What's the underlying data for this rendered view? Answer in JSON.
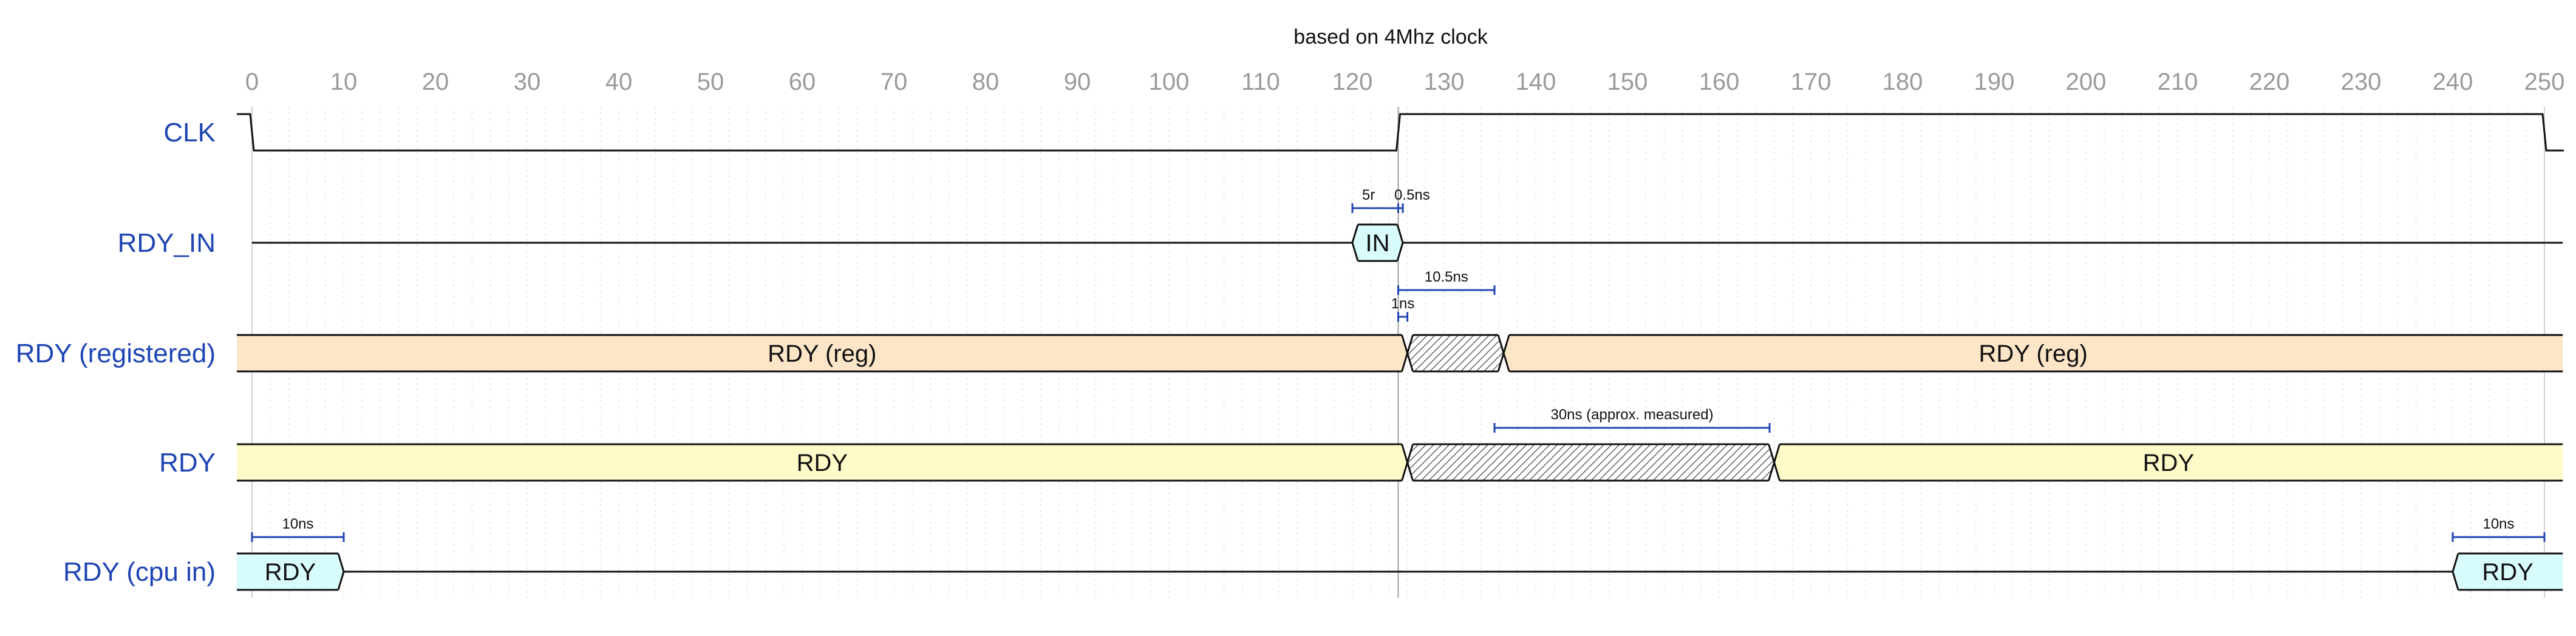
{
  "diagram": {
    "title": "based on 4Mhz clock",
    "time_axis": {
      "min": 0,
      "max": 250,
      "ticks": [
        0,
        10,
        20,
        30,
        40,
        50,
        60,
        70,
        80,
        90,
        100,
        110,
        120,
        130,
        140,
        150,
        160,
        170,
        180,
        190,
        200,
        210,
        220,
        230,
        240,
        250
      ]
    },
    "colors": {
      "signal_label": "#1f45b3",
      "measure": "#1f45b3",
      "grid": "#c9c9c9",
      "tick": "#9a9a9a",
      "bus_orange": "#fde6c8",
      "bus_yellow": "#fffbc8",
      "bus_cyan": "#d8fbfb",
      "wave": "#111111"
    },
    "signals": [
      {
        "name": "CLK",
        "kind": "clock",
        "high_from": 125,
        "high_to": 250
      },
      {
        "name": "RDY_IN",
        "kind": "bus",
        "segments": [
          {
            "label": "",
            "from": 0,
            "to": 120,
            "type": "z"
          },
          {
            "label": "IN",
            "from": 120,
            "to": 125.5,
            "type": "data",
            "color": "cyan"
          },
          {
            "label": "",
            "from": 125.5,
            "to": 252,
            "type": "z"
          }
        ]
      },
      {
        "name": "RDY (registered)",
        "kind": "bus",
        "segments": [
          {
            "label": "RDY (reg)",
            "from": -2,
            "to": 126,
            "type": "data",
            "color": "orange"
          },
          {
            "label": "",
            "from": 126,
            "to": 136.5,
            "type": "x"
          },
          {
            "label": "RDY (reg)",
            "from": 136.5,
            "to": 252,
            "type": "data",
            "color": "orange"
          }
        ]
      },
      {
        "name": "RDY",
        "kind": "bus",
        "segments": [
          {
            "label": "RDY",
            "from": -2,
            "to": 126,
            "type": "data",
            "color": "yellow"
          },
          {
            "label": "",
            "from": 126,
            "to": 166,
            "type": "x"
          },
          {
            "label": "RDY",
            "from": 166,
            "to": 252,
            "type": "data",
            "color": "yellow"
          }
        ]
      },
      {
        "name": "RDY (cpu in)",
        "kind": "bus",
        "segments": [
          {
            "label": "RDY",
            "from": -2,
            "to": 10,
            "type": "data",
            "color": "cyan"
          },
          {
            "label": "",
            "from": 10,
            "to": 240,
            "type": "z"
          },
          {
            "label": "RDY",
            "from": 240,
            "to": 252,
            "type": "data",
            "color": "cyan"
          }
        ]
      }
    ],
    "measurements": [
      {
        "label": "5r",
        "from": 120,
        "to": 125,
        "row": 1
      },
      {
        "label": "0.5ns",
        "from": 125,
        "to": 125.5,
        "row": 1
      },
      {
        "label": "10.5ns",
        "from": 125,
        "to": 135.5,
        "row": 2,
        "level": "upper"
      },
      {
        "label": "1ns",
        "from": 125,
        "to": 126,
        "row": 2,
        "level": "lower"
      },
      {
        "label": "30ns (approx. measured)",
        "from": 135.5,
        "to": 165.5,
        "row": 3
      },
      {
        "label": "10ns",
        "from": 0,
        "to": 10,
        "row": 4
      },
      {
        "label": "10ns",
        "from": 240,
        "to": 250,
        "row": 4
      }
    ],
    "markers": [
      125
    ]
  }
}
